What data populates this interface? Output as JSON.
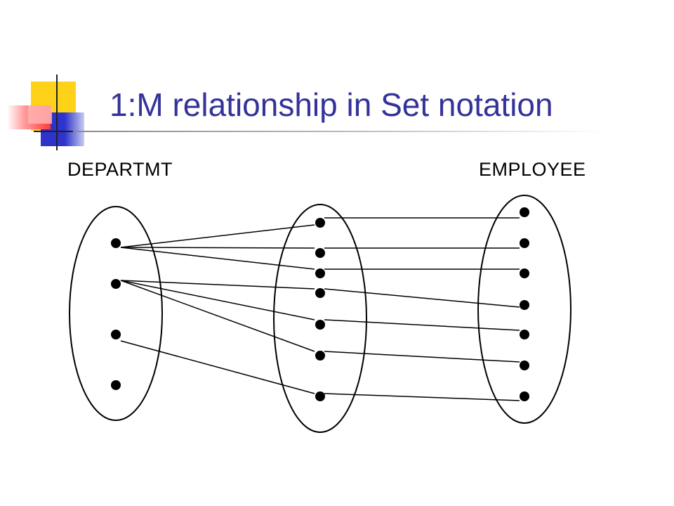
{
  "slide": {
    "title": "1:M relationship in Set notation"
  },
  "diagram": {
    "left_set_label": "DEPARTMT",
    "right_set_label": "EMPLOYEE",
    "colors": {
      "title": "#33339a",
      "ink": "#000000"
    }
  }
}
